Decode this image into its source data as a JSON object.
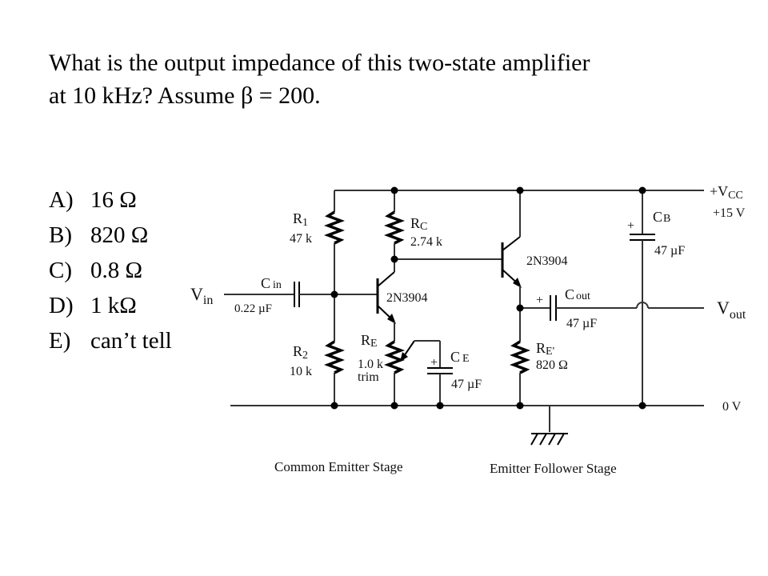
{
  "question": {
    "line1": "What is the output impedance of this two-state amplifier",
    "line2": "at 10 kHz? Assume β = 200."
  },
  "choices": [
    {
      "letter": "A)",
      "text": "16 Ω"
    },
    {
      "letter": "B)",
      "text": "820 Ω"
    },
    {
      "letter": "C)",
      "text": "0.8 Ω"
    },
    {
      "letter": "D)",
      "text": "1 kΩ"
    },
    {
      "letter": "E)",
      "text": "can’t tell"
    }
  ],
  "circuit": {
    "vin": {
      "main": "V",
      "sub": "in"
    },
    "vout": {
      "main": "V",
      "sub": "out"
    },
    "vcc": {
      "main": "+V",
      "sub": "CC"
    },
    "vcc_value": "+15 V",
    "ground_label": "0 V",
    "r1": {
      "main": "R",
      "sub": "1",
      "value": "47 k"
    },
    "r2": {
      "main": "R",
      "sub": "2",
      "value": "10 k"
    },
    "rc": {
      "main": "R",
      "sub": "C",
      "value": "2.74 k"
    },
    "re": {
      "main": "R",
      "sub": "E",
      "value": "1.0 k",
      "note": "trim"
    },
    "re2": {
      "main": "R",
      "sub": "E'",
      "value": "820 Ω"
    },
    "cin": {
      "main": "C",
      "sub": "in",
      "value": "0.22 µF"
    },
    "ce": {
      "main": "C",
      "sub": "E",
      "value": "47 µF"
    },
    "cout": {
      "main": "C",
      "sub": "out",
      "value": "47 µF"
    },
    "cb": {
      "main": "C",
      "sub": "B",
      "value": "47 µF"
    },
    "q1": "2N3904",
    "q2": "2N3904",
    "plus": "+",
    "stage1": "Common Emitter Stage",
    "stage2": "Emitter Follower Stage"
  }
}
